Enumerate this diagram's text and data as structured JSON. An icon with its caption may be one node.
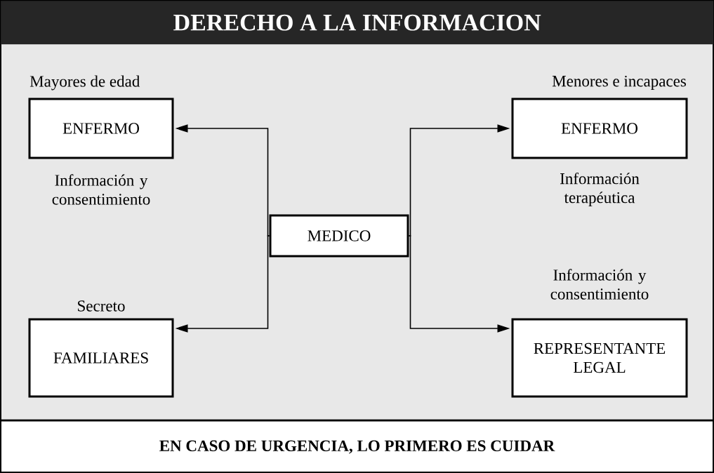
{
  "diagram": {
    "title": "DERECHO A LA INFORMACION",
    "caption": "EN CASO DE URGENCIA, LO PRIMERO ES CUIDAR",
    "nodes": [
      {
        "text": [
          "ENFERMO"
        ]
      },
      {
        "text": [
          "FAMILIARES"
        ]
      },
      {
        "text": [
          "MEDICO"
        ]
      },
      {
        "text": [
          "ENFERMO"
        ]
      },
      {
        "text": [
          "REPRESENTANTE LEGAL"
        ]
      }
    ],
    "edges": [
      {
        "from": 2,
        "to": 0,
        "arrow": "to",
        "label": "Información y consentimiento"
      },
      {
        "from": 2,
        "to": 1,
        "arrow": "to",
        "label": "Secreto"
      },
      {
        "from": 2,
        "to": 3,
        "arrow": "to",
        "label": "Información terapéutica"
      },
      {
        "from": 2,
        "to": 4,
        "arrow": "to",
        "label": "Información y consentimiento"
      }
    ],
    "labels": [
      "Mayores de edad",
      "Menores e incapaces"
    ]
  }
}
